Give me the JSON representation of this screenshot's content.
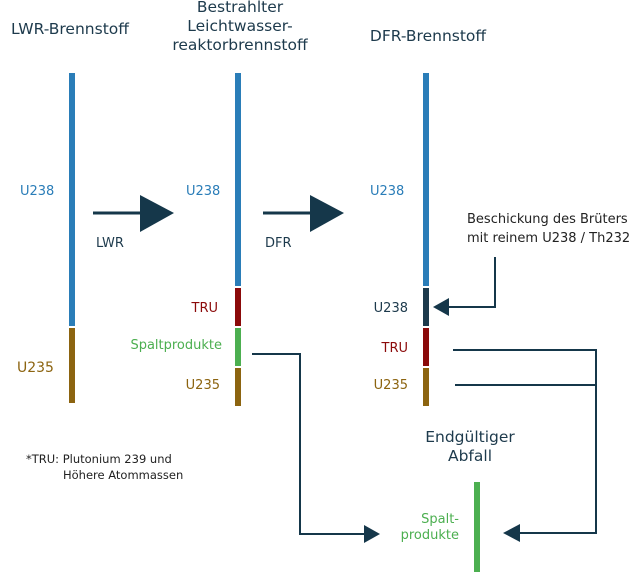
{
  "colors": {
    "u238": "#2a7db8",
    "u235": "#8c6410",
    "tru": "#8b0a0a",
    "spaltprodukte": "#4caf50",
    "u238_feed": "#1d3a4c",
    "arrow": "#15374a",
    "text_dark": "#1d3a4c"
  },
  "columns": {
    "lwr_fuel": {
      "title": "LWR-Brennstoff",
      "segments": [
        {
          "name": "U238",
          "label": "U238",
          "color": "u238"
        },
        {
          "name": "U235",
          "label": "U235",
          "color": "u235"
        }
      ]
    },
    "irradiated": {
      "title_line1": "Bestrahlter",
      "title_line2": "Leichtwasser-",
      "title_line3": "reaktorbrennstoff",
      "segments": [
        {
          "name": "U238",
          "label": "U238",
          "color": "u238"
        },
        {
          "name": "TRU",
          "label": "TRU",
          "color": "tru"
        },
        {
          "name": "Spaltprodukte",
          "label": "Spaltprodukte",
          "color": "spaltprodukte"
        },
        {
          "name": "U235",
          "label": "U235",
          "color": "u235"
        }
      ]
    },
    "dfr_fuel": {
      "title": "DFR-Brennstoff",
      "segments": [
        {
          "name": "U238",
          "label": "U238",
          "color": "u238"
        },
        {
          "name": "U238-feed",
          "label": "U238",
          "color": "u238_feed"
        },
        {
          "name": "TRU",
          "label": "TRU",
          "color": "tru"
        },
        {
          "name": "U235",
          "label": "U235",
          "color": "u235"
        }
      ]
    },
    "final_waste": {
      "title_line1": "Endgültiger",
      "title_line2": "Abfall",
      "segment_label_line1": "Spalt-",
      "segment_label_line2": "produkte"
    }
  },
  "process_arrows": {
    "lwr": "LWR",
    "dfr": "DFR"
  },
  "feed_note": {
    "line1": "Beschickung des Brüters",
    "line2": "mit reinem U238 / Th232"
  },
  "footnote": {
    "line1": "*TRU: Plutonium 239 und",
    "line2": "Höhere Atommassen"
  }
}
